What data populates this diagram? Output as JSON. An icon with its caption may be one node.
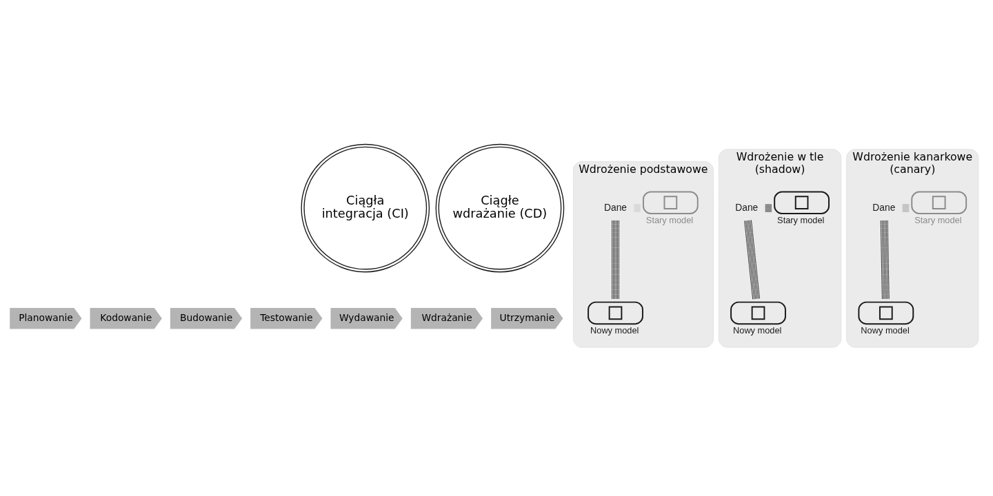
{
  "diagram": {
    "nodes": [
      {
        "text": [
          "Ciągła integracja (CI)"
        ]
      },
      {
        "text": [
          "Ciągłe wdrażanie (CD)"
        ]
      },
      {
        "text": [
          "Planowanie"
        ]
      },
      {
        "text": [
          "Kodowanie"
        ]
      },
      {
        "text": [
          "Budowanie"
        ]
      },
      {
        "text": [
          "Testowanie"
        ]
      },
      {
        "text": [
          "Wydawanie"
        ]
      },
      {
        "text": [
          "Wdrażanie"
        ]
      },
      {
        "text": [
          "Utrzymanie"
        ]
      },
      {
        "text": [
          "Wdrożenie podstawowe"
        ]
      },
      {
        "text": [],
        "shape": "cloud",
        "beside": [
          "Stary model"
        ],
        "in": 9
      },
      {
        "text": [
          "Dane"
        ],
        "in": 9
      },
      {
        "text": [],
        "shape": "cloud",
        "beside": [
          "Nowy model"
        ],
        "in": 9
      },
      {
        "text": [
          "Wdrożenie w tle (shadow)"
        ]
      },
      {
        "text": [],
        "shape": "cloud",
        "beside": [
          "Stary model"
        ],
        "in": 13
      },
      {
        "text": [
          "Dane"
        ],
        "in": 13
      },
      {
        "text": [],
        "shape": "cloud",
        "beside": [
          "Nowy model"
        ],
        "in": 13
      },
      {
        "text": [
          "Wdrożenie kanarkowe (canary)"
        ]
      },
      {
        "text": [],
        "shape": "cloud",
        "beside": [
          "Stary model"
        ],
        "in": 17
      },
      {
        "text": [
          "Dane"
        ],
        "in": 17
      },
      {
        "text": [],
        "shape": "cloud",
        "beside": [
          "Nowy model"
        ],
        "in": 17
      }
    ],
    "edges": [
      {
        "from": 11,
        "to": 10,
        "arrow": "none",
        "color": "#c8c8c8"
      },
      {
        "from": 11,
        "to": 12,
        "arrow": "none"
      },
      {
        "from": 15,
        "to": 14,
        "arrow": "none"
      },
      {
        "from": 15,
        "to": 16,
        "arrow": "none"
      },
      {
        "from": 19,
        "to": 18,
        "arrow": "none",
        "color": "#a0a0a0"
      },
      {
        "from": 19,
        "to": 20,
        "arrow": "none"
      }
    ]
  }
}
